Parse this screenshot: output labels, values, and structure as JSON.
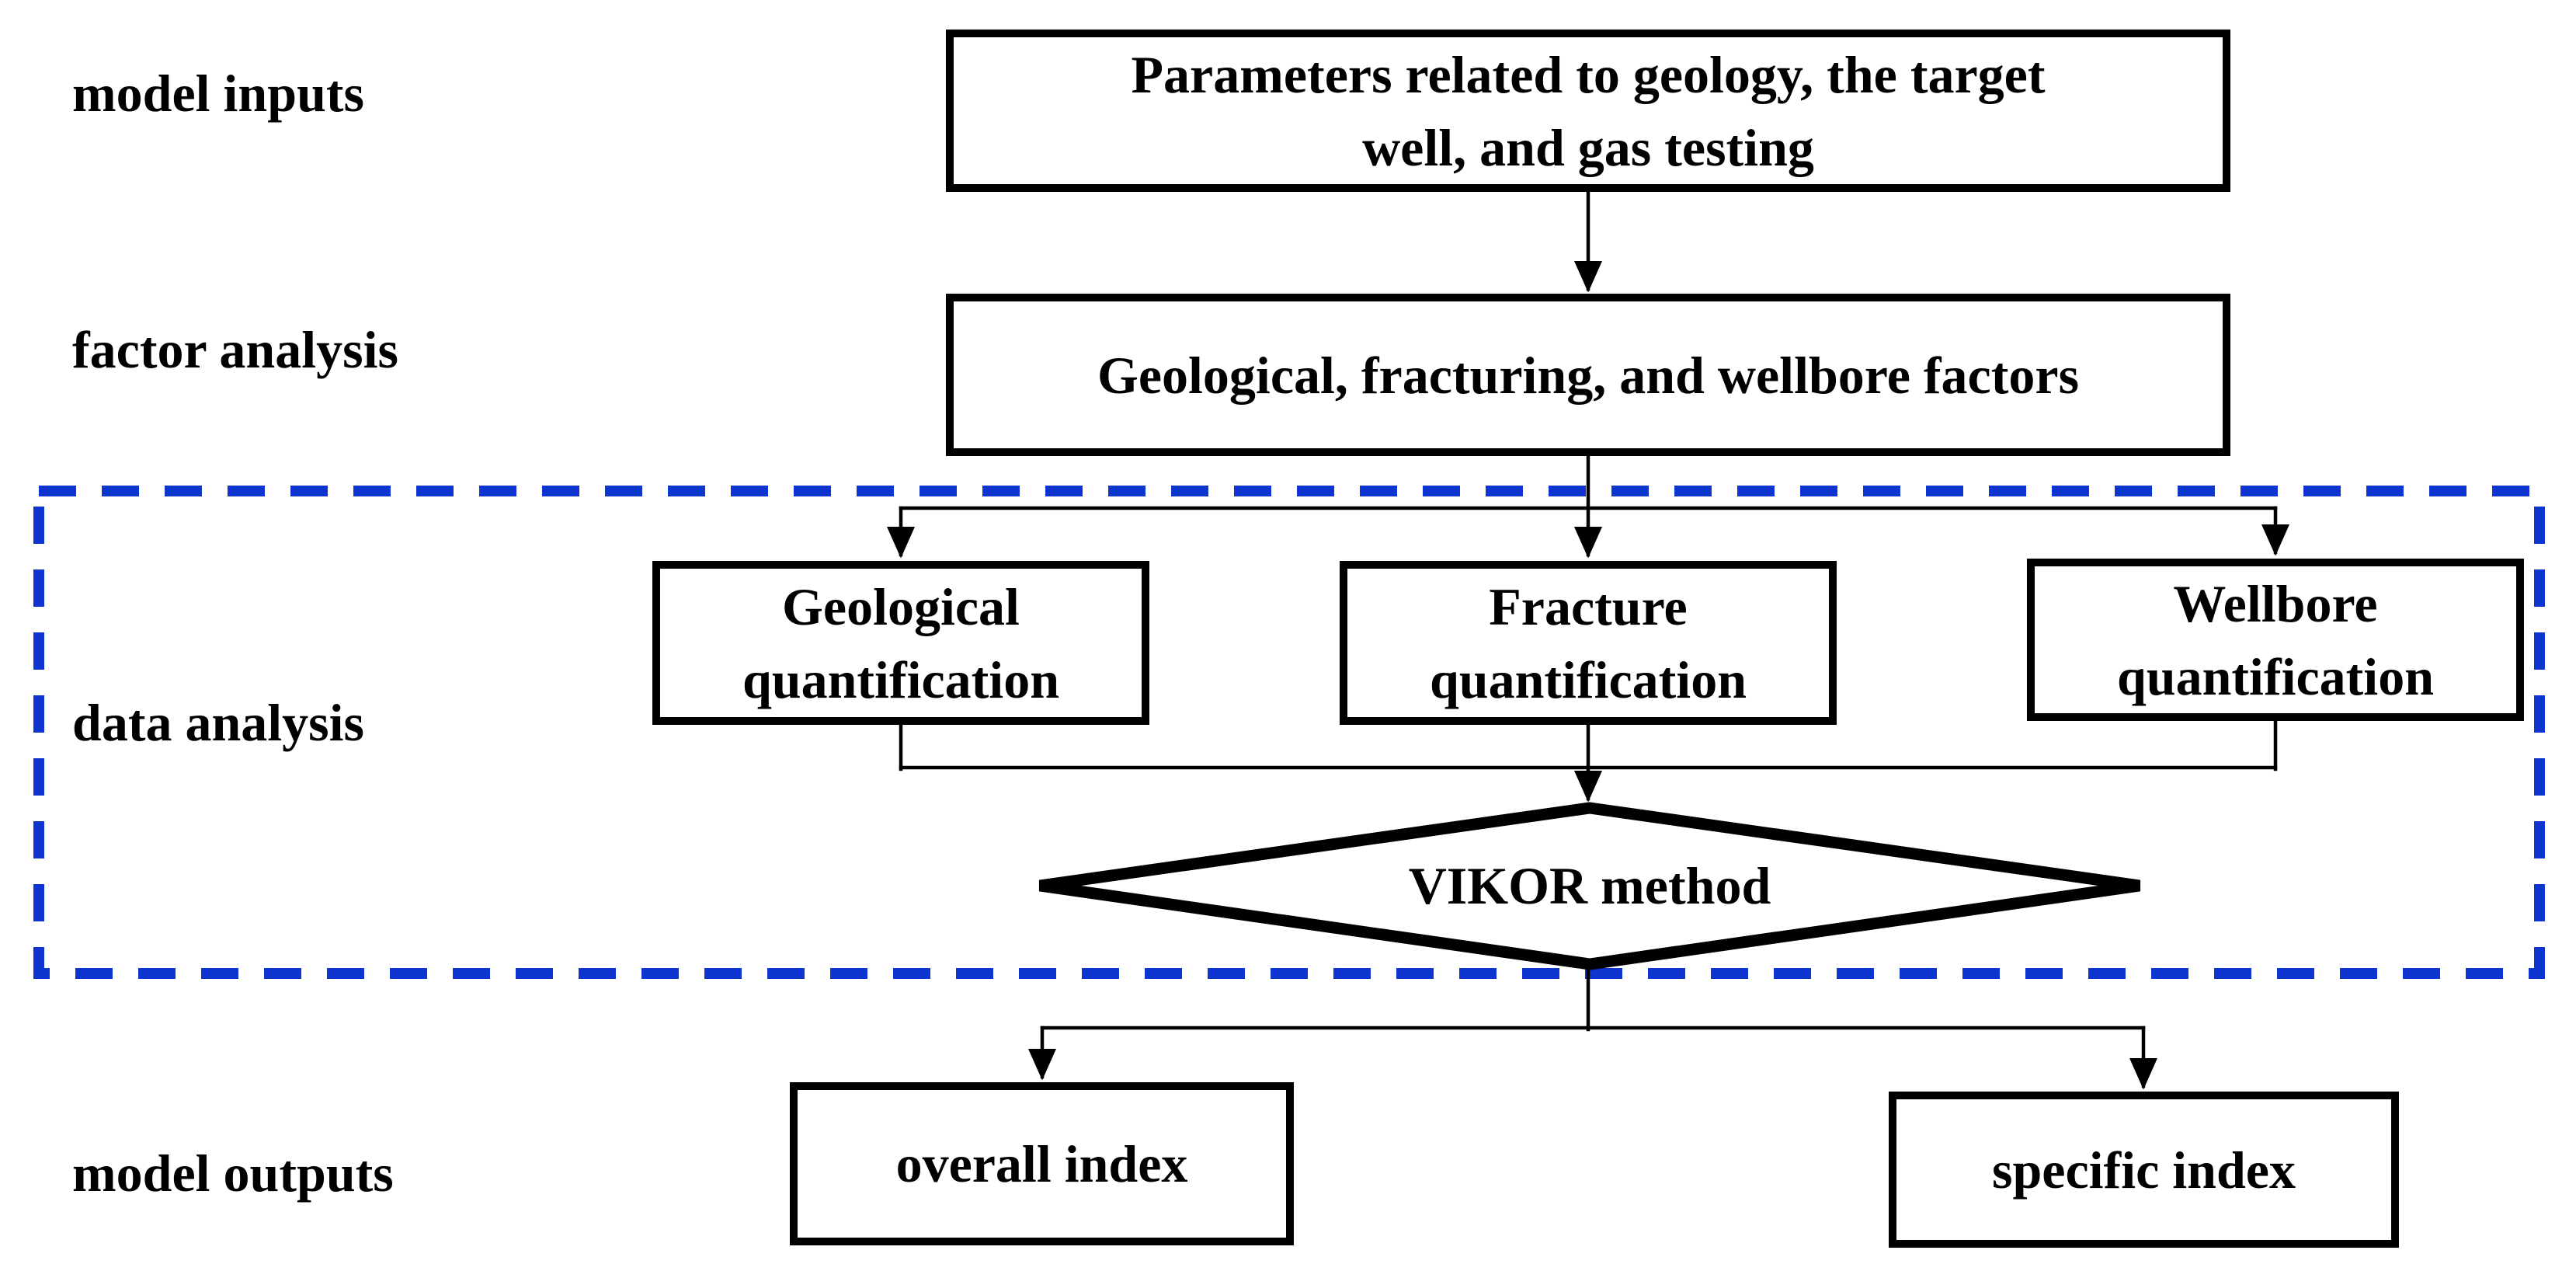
{
  "diagram": {
    "row_labels": [
      {
        "label": "model inputs"
      },
      {
        "label": "factor analysis"
      },
      {
        "label": "data analysis"
      },
      {
        "label": "model outputs"
      }
    ],
    "boxes": {
      "inputs": "Parameters related to geology, the target\nwell, and gas testing",
      "factors": "Geological, fracturing, and wellbore factors",
      "geological": "Geological\nquantification",
      "fracture": "Fracture\nquantification",
      "wellbore": "Wellbore\nquantification",
      "vikor": "VIKOR method",
      "overall": "overall index",
      "specific": "specific index"
    },
    "colors": {
      "dashed_border": "#0F35D0",
      "line_black": "#000000"
    }
  }
}
